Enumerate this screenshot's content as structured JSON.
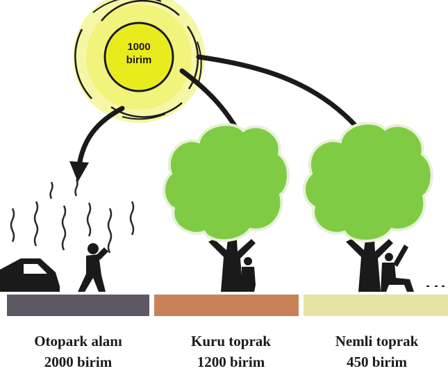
{
  "sun": {
    "value": "1000",
    "unit": "birim",
    "color": "#e9ec1c"
  },
  "surfaces": [
    {
      "label": "Otopark alanı",
      "amount": "2000 birim",
      "ground_color": "#5e5864"
    },
    {
      "label": "Kuru toprak",
      "amount": "1200 birim",
      "ground_color": "#c98257"
    },
    {
      "label": "Nemli toprak",
      "amount": "450 birim",
      "ground_color": "#e6e2a2"
    }
  ],
  "tree_color": "#7fcc44"
}
